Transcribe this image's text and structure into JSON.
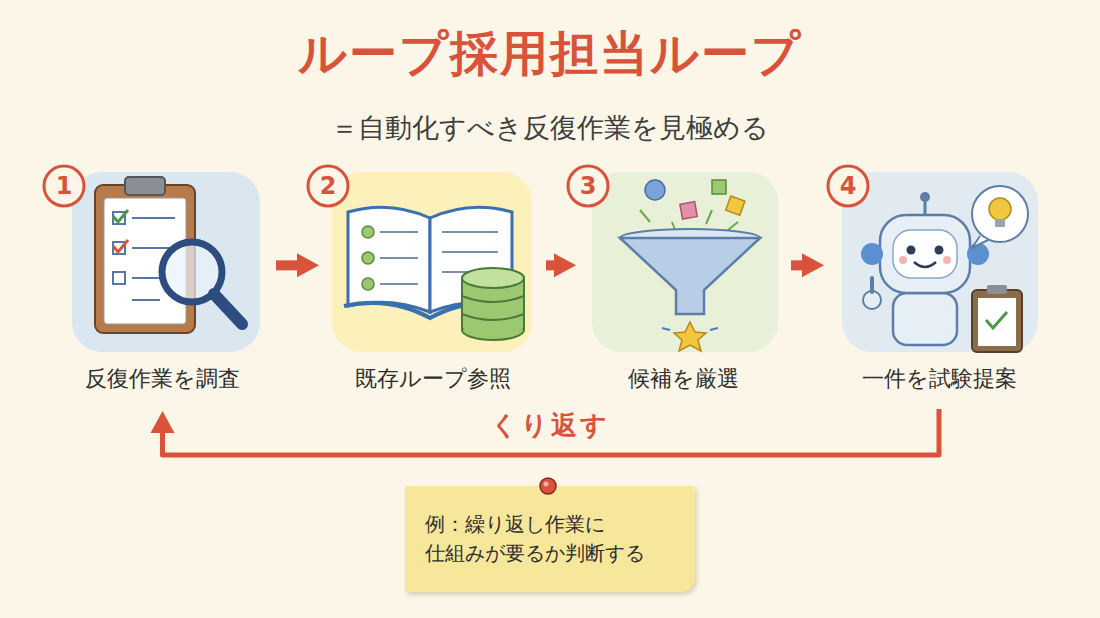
{
  "diagram": {
    "title": "ループ採用担当ループ",
    "nodes": [
      {
        "text": [
          "反復作業を調査"
        ]
      },
      {
        "text": [
          "既存ループ参照"
        ]
      },
      {
        "text": [
          "候補を厳選"
        ]
      },
      {
        "text": [
          "一件を試験提案"
        ]
      },
      {
        "text": [
          "例：繰り返し作業に 仕組みが要るか判断する"
        ]
      }
    ],
    "edges": [
      {
        "from": 0,
        "to": 1,
        "arrow": "to"
      },
      {
        "from": 1,
        "to": 2,
        "arrow": "to"
      },
      {
        "from": 2,
        "to": 3,
        "arrow": "to"
      },
      {
        "from": 3,
        "to": 0,
        "label": "くり返す",
        "arrow": "to"
      }
    ],
    "labels": [
      "＝自動化すべき反復作業を見極める",
      "1",
      "2",
      "3",
      "4"
    ]
  }
}
